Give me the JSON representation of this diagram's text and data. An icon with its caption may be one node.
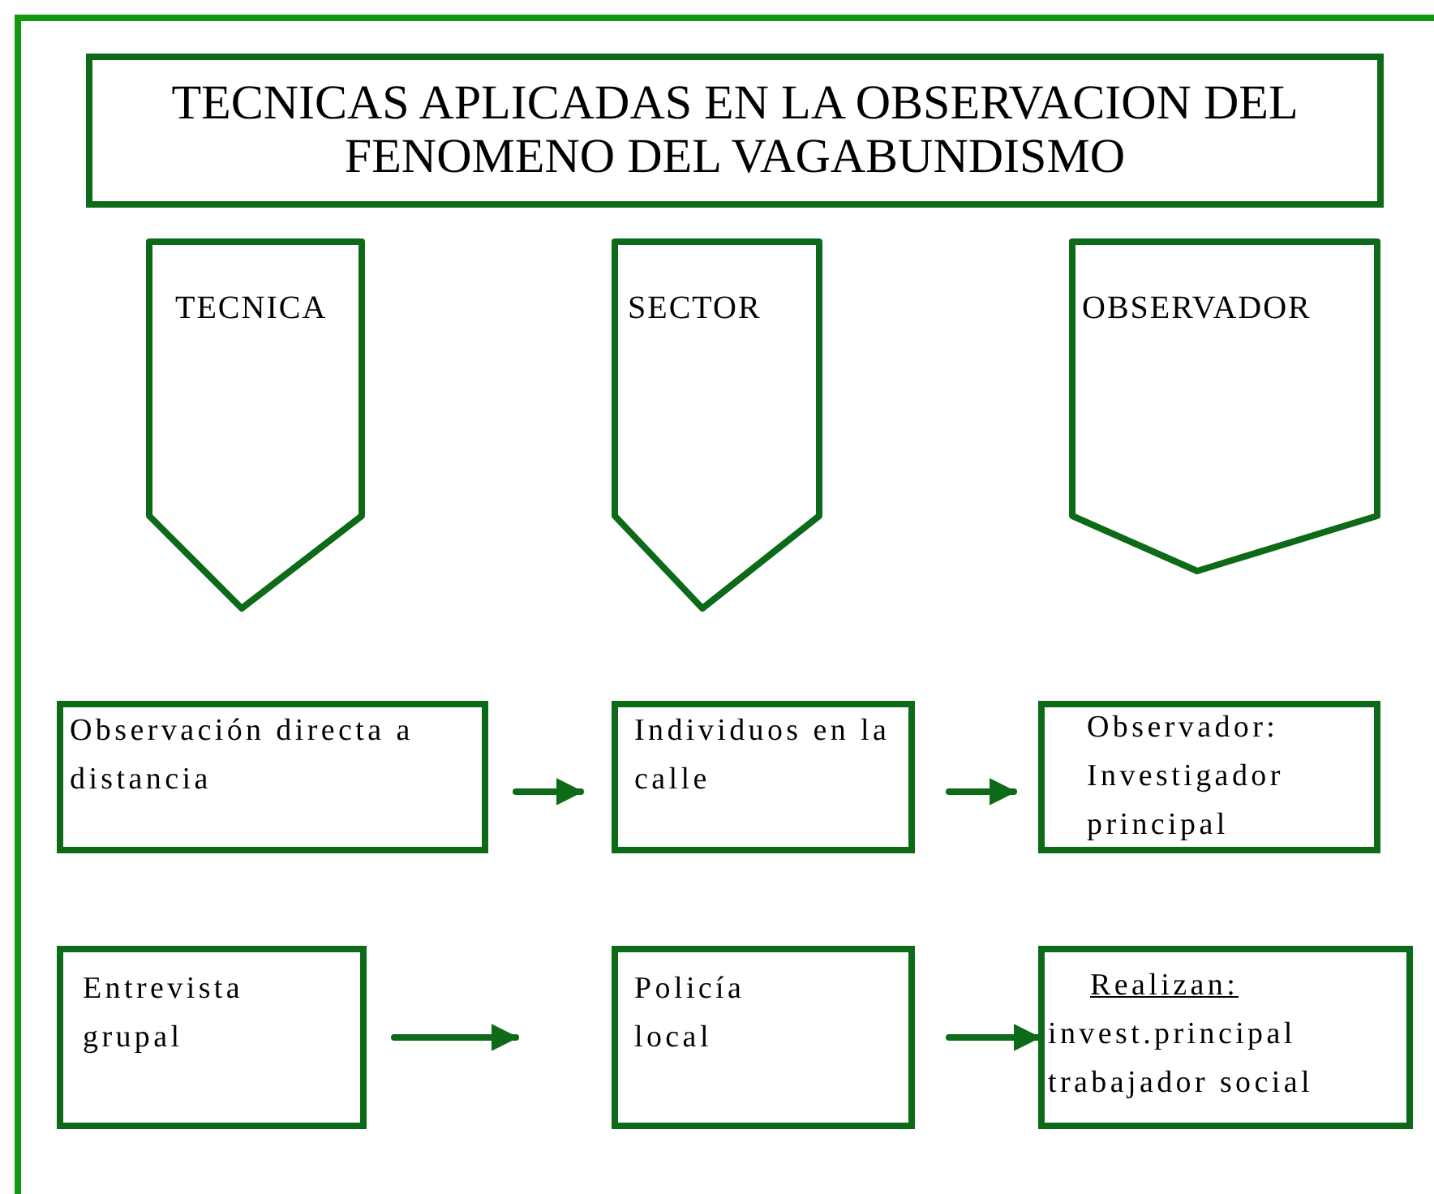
{
  "diagram": {
    "nodes": [
      {
        "text": [
          "TECNICAS APLICADAS EN LA OBSERVACION DEL FENOMENO DEL VAGABUNDISMO"
        ]
      },
      {
        "text": [
          "TECNICA"
        ]
      },
      {
        "text": [
          "SECTOR"
        ]
      },
      {
        "text": [
          "OBSERVADOR"
        ]
      },
      {
        "text": [
          "Observación directa a distancia"
        ]
      },
      {
        "text": [
          "Individuos en la calle"
        ]
      },
      {
        "text": [
          "Observador: Investigador principal"
        ]
      },
      {
        "text": [
          "Entrevista grupal"
        ]
      },
      {
        "text": [
          "Policía local"
        ]
      },
      {
        "text": [
          "Realizan:",
          "invest.principal trabajador social"
        ]
      }
    ],
    "edges": [
      {
        "from": 4,
        "to": 5,
        "arrow": "to"
      },
      {
        "from": 5,
        "to": 6,
        "arrow": "to"
      },
      {
        "from": 7,
        "to": 8,
        "arrow": "to"
      },
      {
        "from": 8,
        "to": 9,
        "arrow": "to"
      }
    ]
  }
}
